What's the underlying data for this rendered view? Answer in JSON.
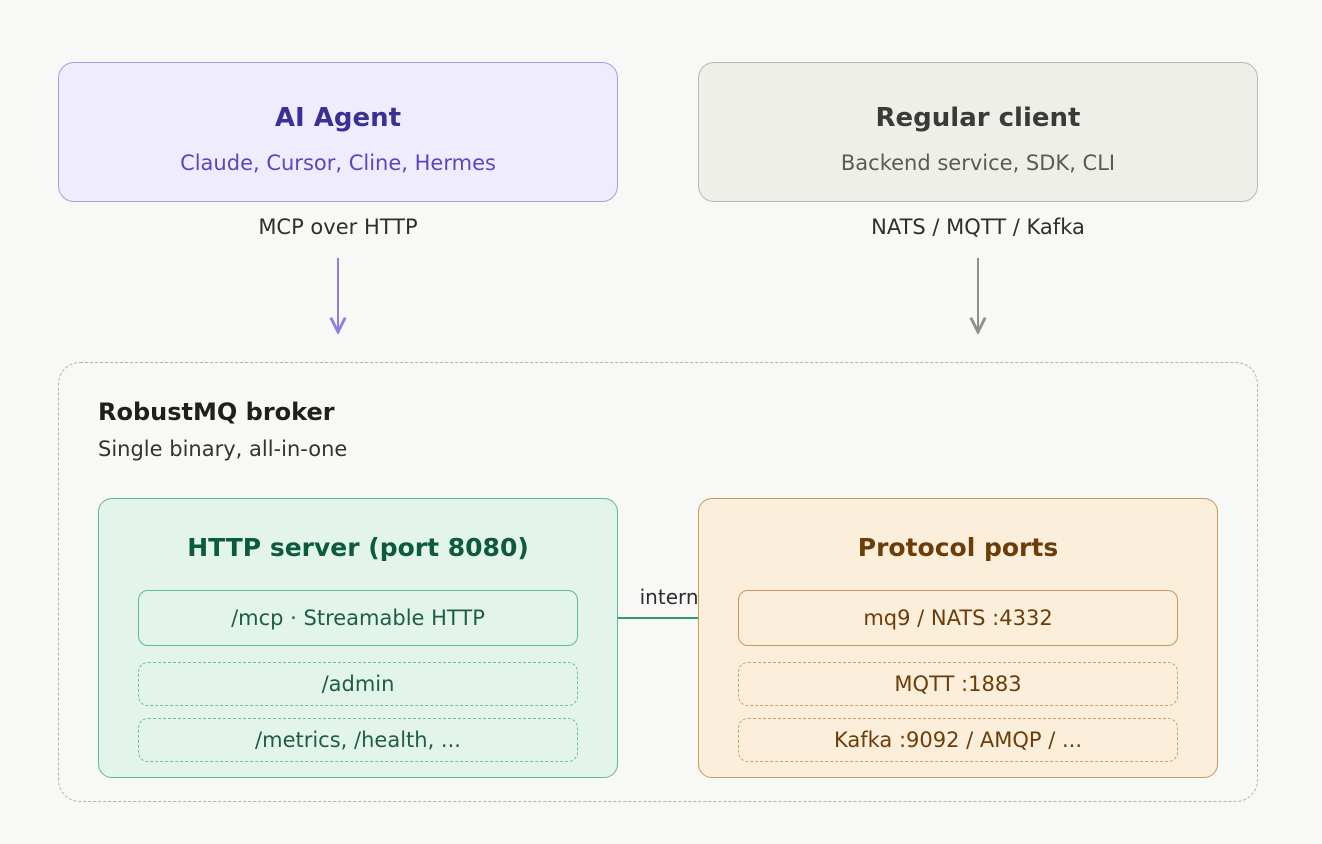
{
  "agent": {
    "title": "AI Agent",
    "subtitle": "Claude, Cursor, Cline, Hermes"
  },
  "client": {
    "title": "Regular client",
    "subtitle": "Backend service, SDK, CLI"
  },
  "edges": {
    "agent_to_broker": "MCP over HTTP",
    "client_to_broker": "NATS / MQTT / Kafka",
    "http_to_protocol": "internal"
  },
  "broker": {
    "title": "RobustMQ broker",
    "subtitle": "Single binary, all-in-one"
  },
  "http_server": {
    "title": "HTTP server (port 8080)",
    "routes": [
      "/mcp · Streamable HTTP",
      "/admin",
      "/metrics, /health, ..."
    ]
  },
  "protocol_ports": {
    "title": "Protocol ports",
    "ports": [
      "mq9 / NATS :4332",
      "MQTT :1883",
      "Kafka :9092 / AMQP / ..."
    ]
  },
  "colors": {
    "agent_arrow": "#8b80dc",
    "client_arrow": "#8f8f8b",
    "internal_arrow": "#2f9e6c"
  }
}
